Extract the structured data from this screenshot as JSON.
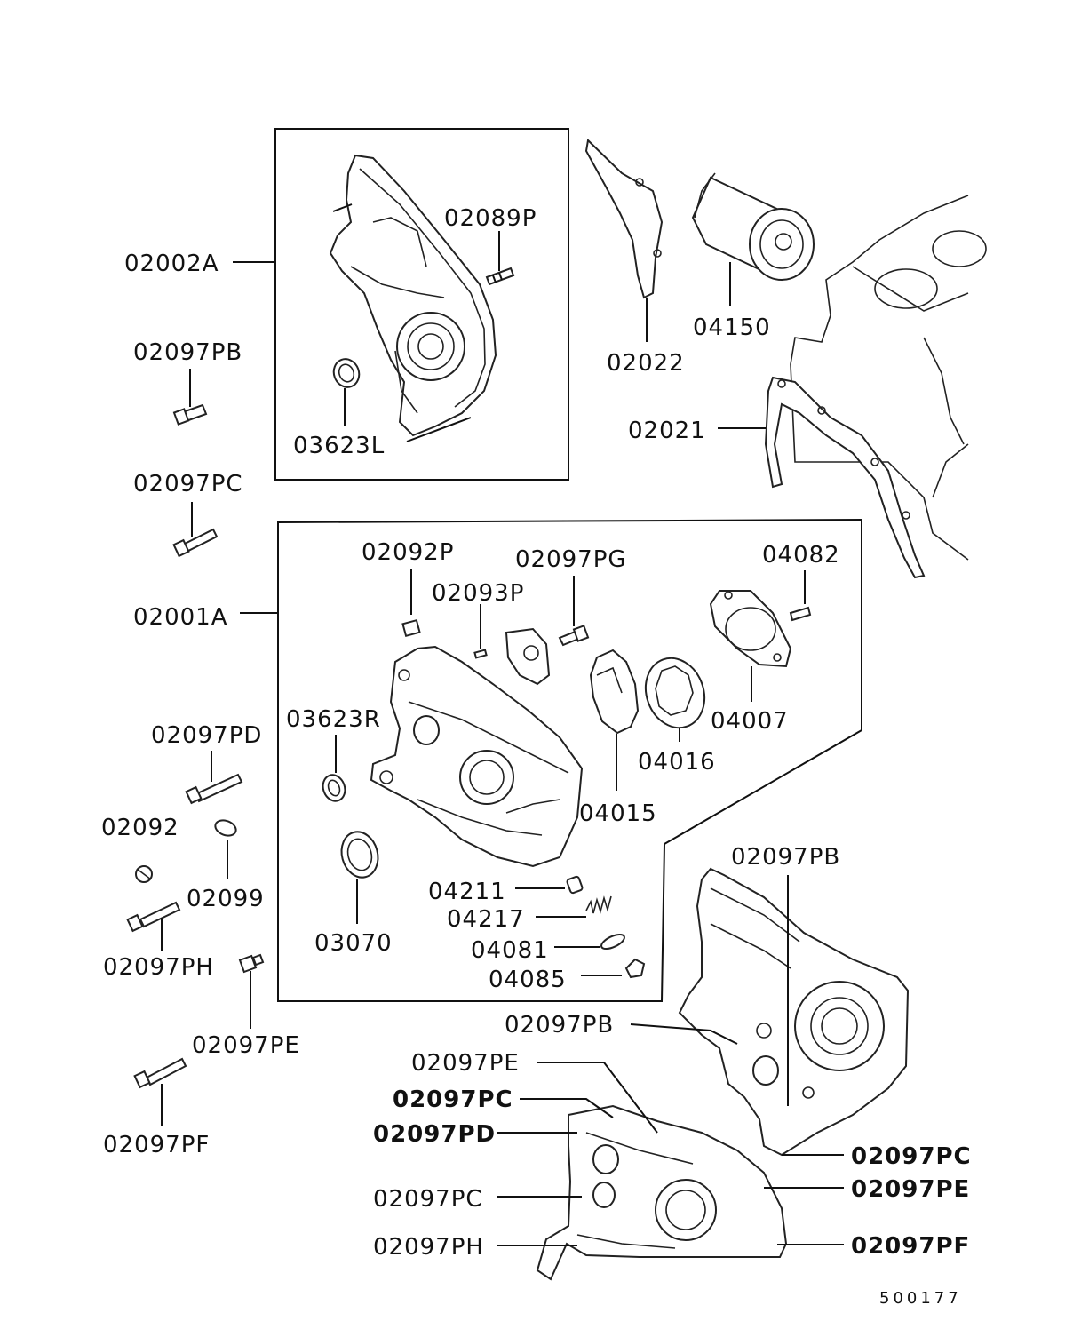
{
  "diagram": {
    "reference_code": "500177",
    "labels": {
      "l_02002A": "02002A",
      "l_02089P": "02089P",
      "l_03623L": "03623L",
      "l_02097PB_1": "02097PB",
      "l_02097PC_1": "02097PC",
      "l_02022": "02022",
      "l_04150": "04150",
      "l_02021": "02021",
      "l_02001A": "02001A",
      "l_02092P": "02092P",
      "l_02093P": "02093P",
      "l_02097PG": "02097PG",
      "l_04082": "04082",
      "l_03623R": "03623R",
      "l_04007": "04007",
      "l_04016": "04016",
      "l_04015": "04015",
      "l_02097PD_1": "02097PD",
      "l_02092": "02092",
      "l_02099": "02099",
      "l_02097PH_1": "02097PH",
      "l_02097PE_1": "02097PE",
      "l_02097PF_1": "02097PF",
      "l_03070": "03070",
      "l_04211": "04211",
      "l_04217": "04217",
      "l_04081": "04081",
      "l_04085": "04085",
      "l_02097PB_2": "02097PB",
      "l_02097PB_3": "02097PB",
      "l_02097PE_2": "02097PE",
      "l_02097PC_2": "02097PC",
      "l_02097PD_2": "02097PD",
      "l_02097PC_3": "02097PC",
      "l_02097PH_2": "02097PH",
      "l_02097PC_4": "02097PC",
      "l_02097PE_3": "02097PE",
      "l_02097PF_2": "02097PF"
    }
  }
}
